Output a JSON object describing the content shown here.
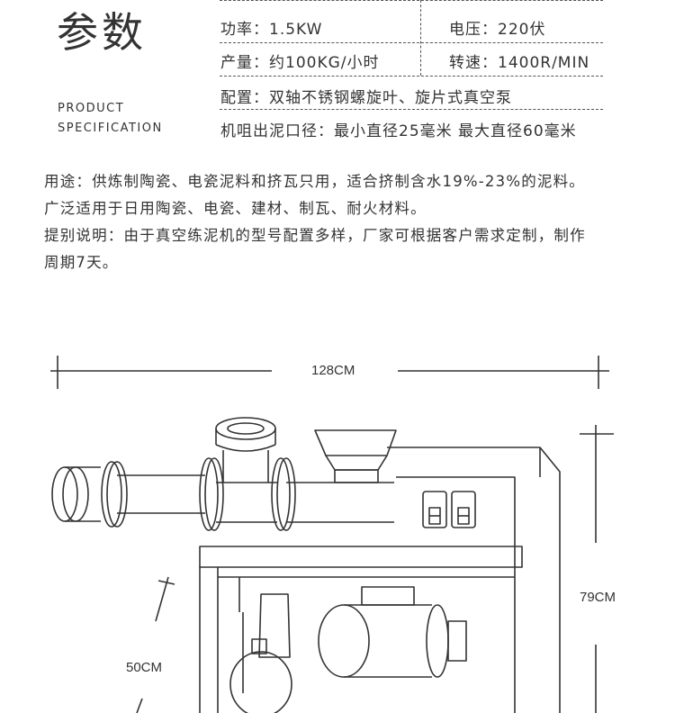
{
  "header": {
    "title": "参数",
    "subtitle_line1": "PRODUCT",
    "subtitle_line2": "SPECIFICATION"
  },
  "specs": {
    "power": "功率：1.5KW",
    "voltage": "电压：220伏",
    "output": "产量：约100KG/小时",
    "speed": "转速：1400R/MIN",
    "config": "配置：双轴不锈钢螺旋叶、旋片式真空泵",
    "nozzle": "机咀出泥口径：最小直径25毫米 最大直径60毫米"
  },
  "description": {
    "line1": "用途：供炼制陶瓷、电瓷泥料和挤瓦只用，适合挤制含水19%-23%的泥料。",
    "line2": "广泛适用于日用陶瓷、电瓷、建材、制瓦、耐火材料。",
    "line3": "提别说明：由于真空练泥机的型号配置多样，厂家可根据客户需求定制，制作",
    "line4": "周期7天。"
  },
  "dimensions": {
    "length": "128CM",
    "height": "79CM",
    "depth": "50CM"
  }
}
